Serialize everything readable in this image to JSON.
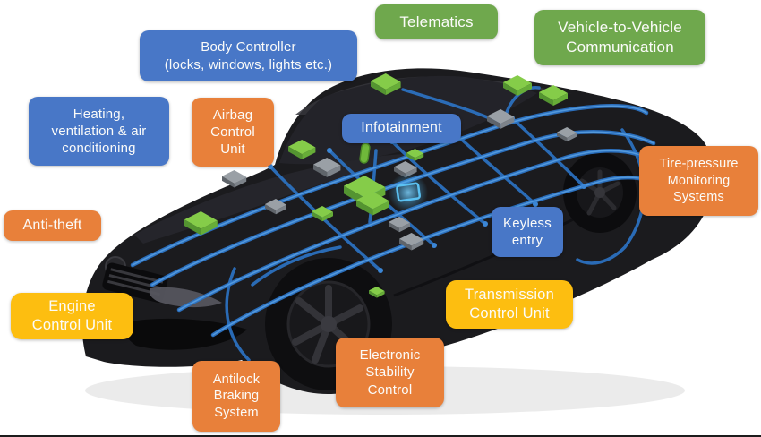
{
  "figure": {
    "description": "Connected-car diagram: black sedan with glowing blue wiring harness, green and gray ECU modules, and colored callout labels"
  },
  "palette": {
    "green": "#6FA84D",
    "blue": "#4877C7",
    "orange": "#E8803A",
    "yellow": "#FDBE10",
    "label_text": "#FBFBF9",
    "harness_blue": "#2E79CC",
    "harness_highlight": "#5EA4E4",
    "module_green_top": "#85CC49",
    "module_green_side": "#549431",
    "module_gray": "#9AA0A6",
    "car_body": "#1B1B1E",
    "obd_glow": "#5BC1F2"
  },
  "labels": {
    "telematics": {
      "text": "Telematics",
      "color": "green"
    },
    "v2v": {
      "text": "Vehicle-to-Vehicle\nCommunication",
      "color": "green"
    },
    "body": {
      "text": "Body Controller\n(locks, windows, lights etc.)",
      "color": "blue"
    },
    "hvac": {
      "text": "Heating,\nventilation & air\nconditioning",
      "color": "blue"
    },
    "airbag": {
      "text": "Airbag\nControl\nUnit",
      "color": "orange"
    },
    "infotainment": {
      "text": "Infotainment",
      "color": "blue"
    },
    "tpms": {
      "text": "Tire-pressure\nMonitoring\nSystems",
      "color": "orange"
    },
    "antitheft": {
      "text": "Anti-theft",
      "color": "orange"
    },
    "keyless": {
      "text": "Keyless\nentry",
      "color": "blue"
    },
    "engine": {
      "text": "Engine\nControl Unit",
      "color": "yellow"
    },
    "transmission": {
      "text": "Transmission\nControl Unit",
      "color": "yellow"
    },
    "abs": {
      "text": "Antilock\nBraking\nSystem",
      "color": "orange"
    },
    "esc": {
      "text": "Electronic\nStability\nControl",
      "color": "orange"
    }
  },
  "illustration_parts": [
    "car-silhouette",
    "wiring-harness",
    "ecu-module-green",
    "ecu-module-gray",
    "obd-connector-glow",
    "front-wheel",
    "rear-wheel"
  ]
}
